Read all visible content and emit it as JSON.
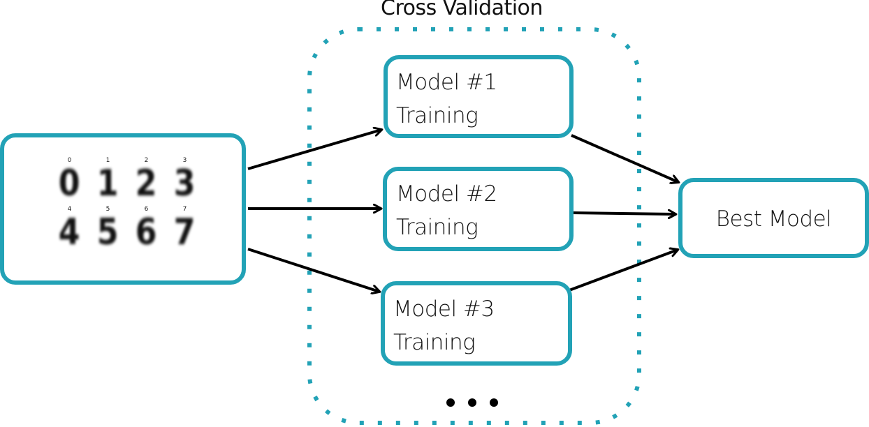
{
  "diagram": {
    "title": "Cross Validation",
    "input": {
      "description": "Handwritten digit samples",
      "digits": [
        {
          "label": "0",
          "glyph": "0"
        },
        {
          "label": "1",
          "glyph": "1"
        },
        {
          "label": "2",
          "glyph": "2"
        },
        {
          "label": "3",
          "glyph": "3"
        },
        {
          "label": "4",
          "glyph": "4"
        },
        {
          "label": "5",
          "glyph": "5"
        },
        {
          "label": "6",
          "glyph": "6"
        },
        {
          "label": "7",
          "glyph": "7"
        }
      ]
    },
    "models": [
      {
        "line1": "Model #1",
        "line2": "Training"
      },
      {
        "line1": "Model #2",
        "line2": "Training"
      },
      {
        "line1": "Model #3",
        "line2": "Training"
      }
    ],
    "ellipsis": "• • •",
    "output": {
      "label": "Best Model"
    },
    "colors": {
      "accent": "#22a2b6",
      "arrow": "#000000",
      "text": "#111111"
    }
  }
}
